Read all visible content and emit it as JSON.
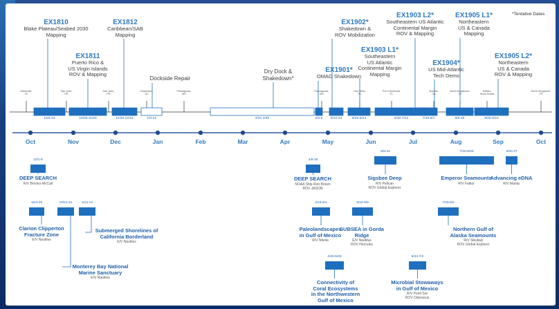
{
  "note": "*Tentative Dates",
  "months": [
    "Oct",
    "Nov",
    "Dec",
    "Jan",
    "Feb",
    "Mar",
    "Apr",
    "May",
    "Jun",
    "Jul",
    "Aug",
    "Sep",
    "Oct"
  ],
  "ports": [
    {
      "t": "Davisville,\nRI"
    },
    {
      "t": "San Juan,\nPR"
    },
    {
      "t": "San Juan,\nPR"
    },
    {
      "t": "Charleston,\nSC"
    },
    {
      "t": "Pascagoula,\nMS"
    },
    {
      "t": "Pascagoula,\nMS"
    },
    {
      "t": "Key West,\nFL"
    },
    {
      "t": "Port Canaveral,\nFL"
    },
    {
      "t": "Norfolk,\nVA"
    },
    {
      "t": "North Kingstown,\nRI"
    },
    {
      "t": "Halifax,\nNova Scotia"
    },
    {
      "t": "North Kingstown,\nRI"
    }
  ],
  "top_dates": [
    "10/2-24",
    "10/30-11/20",
    "11/28-12/16",
    "1/3-13",
    "2/21-4/30",
    "5/2-6",
    "5/12-24",
    "5/29-6/14",
    "6/20-7/12",
    "7/18-8/1",
    "8/6-20",
    "8/26-9/15"
  ],
  "expeditions": [
    {
      "code": "EX1810",
      "lines": [
        "Blake Plateau/Seabed 2030",
        "Mapping"
      ]
    },
    {
      "code": "EX1811",
      "lines": [
        "Puerto Rico &",
        "US Virgin Islands",
        "ROV & Mapping"
      ]
    },
    {
      "code": "EX1812",
      "lines": [
        "Caribbean/SAB",
        "Mapping"
      ]
    },
    {
      "code": "",
      "lines": [
        "Dockside Repair"
      ]
    },
    {
      "code": "",
      "lines": [
        "Dry Dock &",
        "Shakedown*"
      ]
    },
    {
      "code": "EX1901*",
      "lines": [
        "OMAO Shakedown"
      ]
    },
    {
      "code": "EX1902*",
      "lines": [
        "Shakedown &",
        "ROV Mobilization"
      ]
    },
    {
      "code": "EX1903 L1*",
      "lines": [
        "Southeastern",
        "US Atlantic",
        "Continental Margin",
        "Mapping"
      ]
    },
    {
      "code": "EX1903 L2*",
      "lines": [
        "Southeastern US Atlantic",
        "Continental Margin",
        "ROV & Mapping"
      ]
    },
    {
      "code": "EX1904*",
      "lines": [
        "US Mid-Atlantic",
        "Tech Demo"
      ]
    },
    {
      "code": "EX1905 L1*",
      "lines": [
        "Northeastern",
        "US & Canada",
        "Mapping"
      ]
    },
    {
      "code": "EX1905 L2*",
      "lines": [
        "Northeastern",
        "US & Canada",
        "ROV & Mapping"
      ]
    }
  ],
  "partners": [
    {
      "date": "10/1-8",
      "title": [
        "DEEP SEARCH"
      ],
      "ship": [
        "R/V Brooks-McCall"
      ]
    },
    {
      "date": "4/9-30",
      "title": [
        "DEEP SEARCH"
      ],
      "ship": [
        "NOAA Ship Ron Brown",
        "ROV JASON"
      ]
    },
    {
      "date": "6/8-22",
      "title": [
        "Sigsbee Deep"
      ],
      "ship": [
        "R/V Pelican",
        "ROV Global Explorer"
      ]
    },
    {
      "date": "7/18-8/26",
      "title": [
        "Emperor Seamounts"
      ],
      "ship": [
        "R/V Falkor"
      ]
    },
    {
      "date": "9/20-27",
      "title": [
        "Advancing eDNA"
      ],
      "ship": [
        "R/V Manta"
      ]
    },
    {
      "date": "10/4-28",
      "title": [
        "Clarion Clipperton",
        "Fracture Zone"
      ],
      "ship": [
        "E/V Nautilus"
      ]
    },
    {
      "date": "10/21-31",
      "title": [
        "Monterey Bay National",
        "Marine Sanctuary"
      ],
      "ship": [
        "E/V Nautilus"
      ]
    },
    {
      "date": "11/3-14",
      "title": [
        "Submerged Shorelines of",
        "California Borderland"
      ],
      "ship": [
        "E/V Nautilus"
      ]
    },
    {
      "date": "4/16-5/1",
      "title": [
        "Paleolandscapes",
        "in Gulf of Mexico"
      ],
      "ship": [
        "R/V Nikola"
      ]
    },
    {
      "date": "5/22-6/9",
      "title": [
        "SUBSEA in Gorda",
        "Ridge"
      ],
      "ship": [
        "E/V Nautilus",
        "ROV Hercules"
      ]
    },
    {
      "date": "7/19-8/2",
      "title": [
        "Northern Gulf of",
        "Alaska Seamounts"
      ],
      "ship": [
        "R/V Sikuliaq",
        "ROV Global Explorer"
      ]
    },
    {
      "date": "4/26-5/26",
      "title": [
        "Connectivity of",
        "Coral Ecosystems",
        "in the Northwestern",
        "Gulf of Mexico"
      ],
      "ship": []
    },
    {
      "date": "6/24-7/2",
      "title": [
        "Microbial Stowaways",
        "in Gulf of Mexico"
      ],
      "ship": [
        "R/V Point Sur",
        "ROV Odysseus"
      ]
    }
  ],
  "colors": {
    "accent": "#2e79bf",
    "bar": "#1f6fbf",
    "dot": "#1d4c8c"
  }
}
